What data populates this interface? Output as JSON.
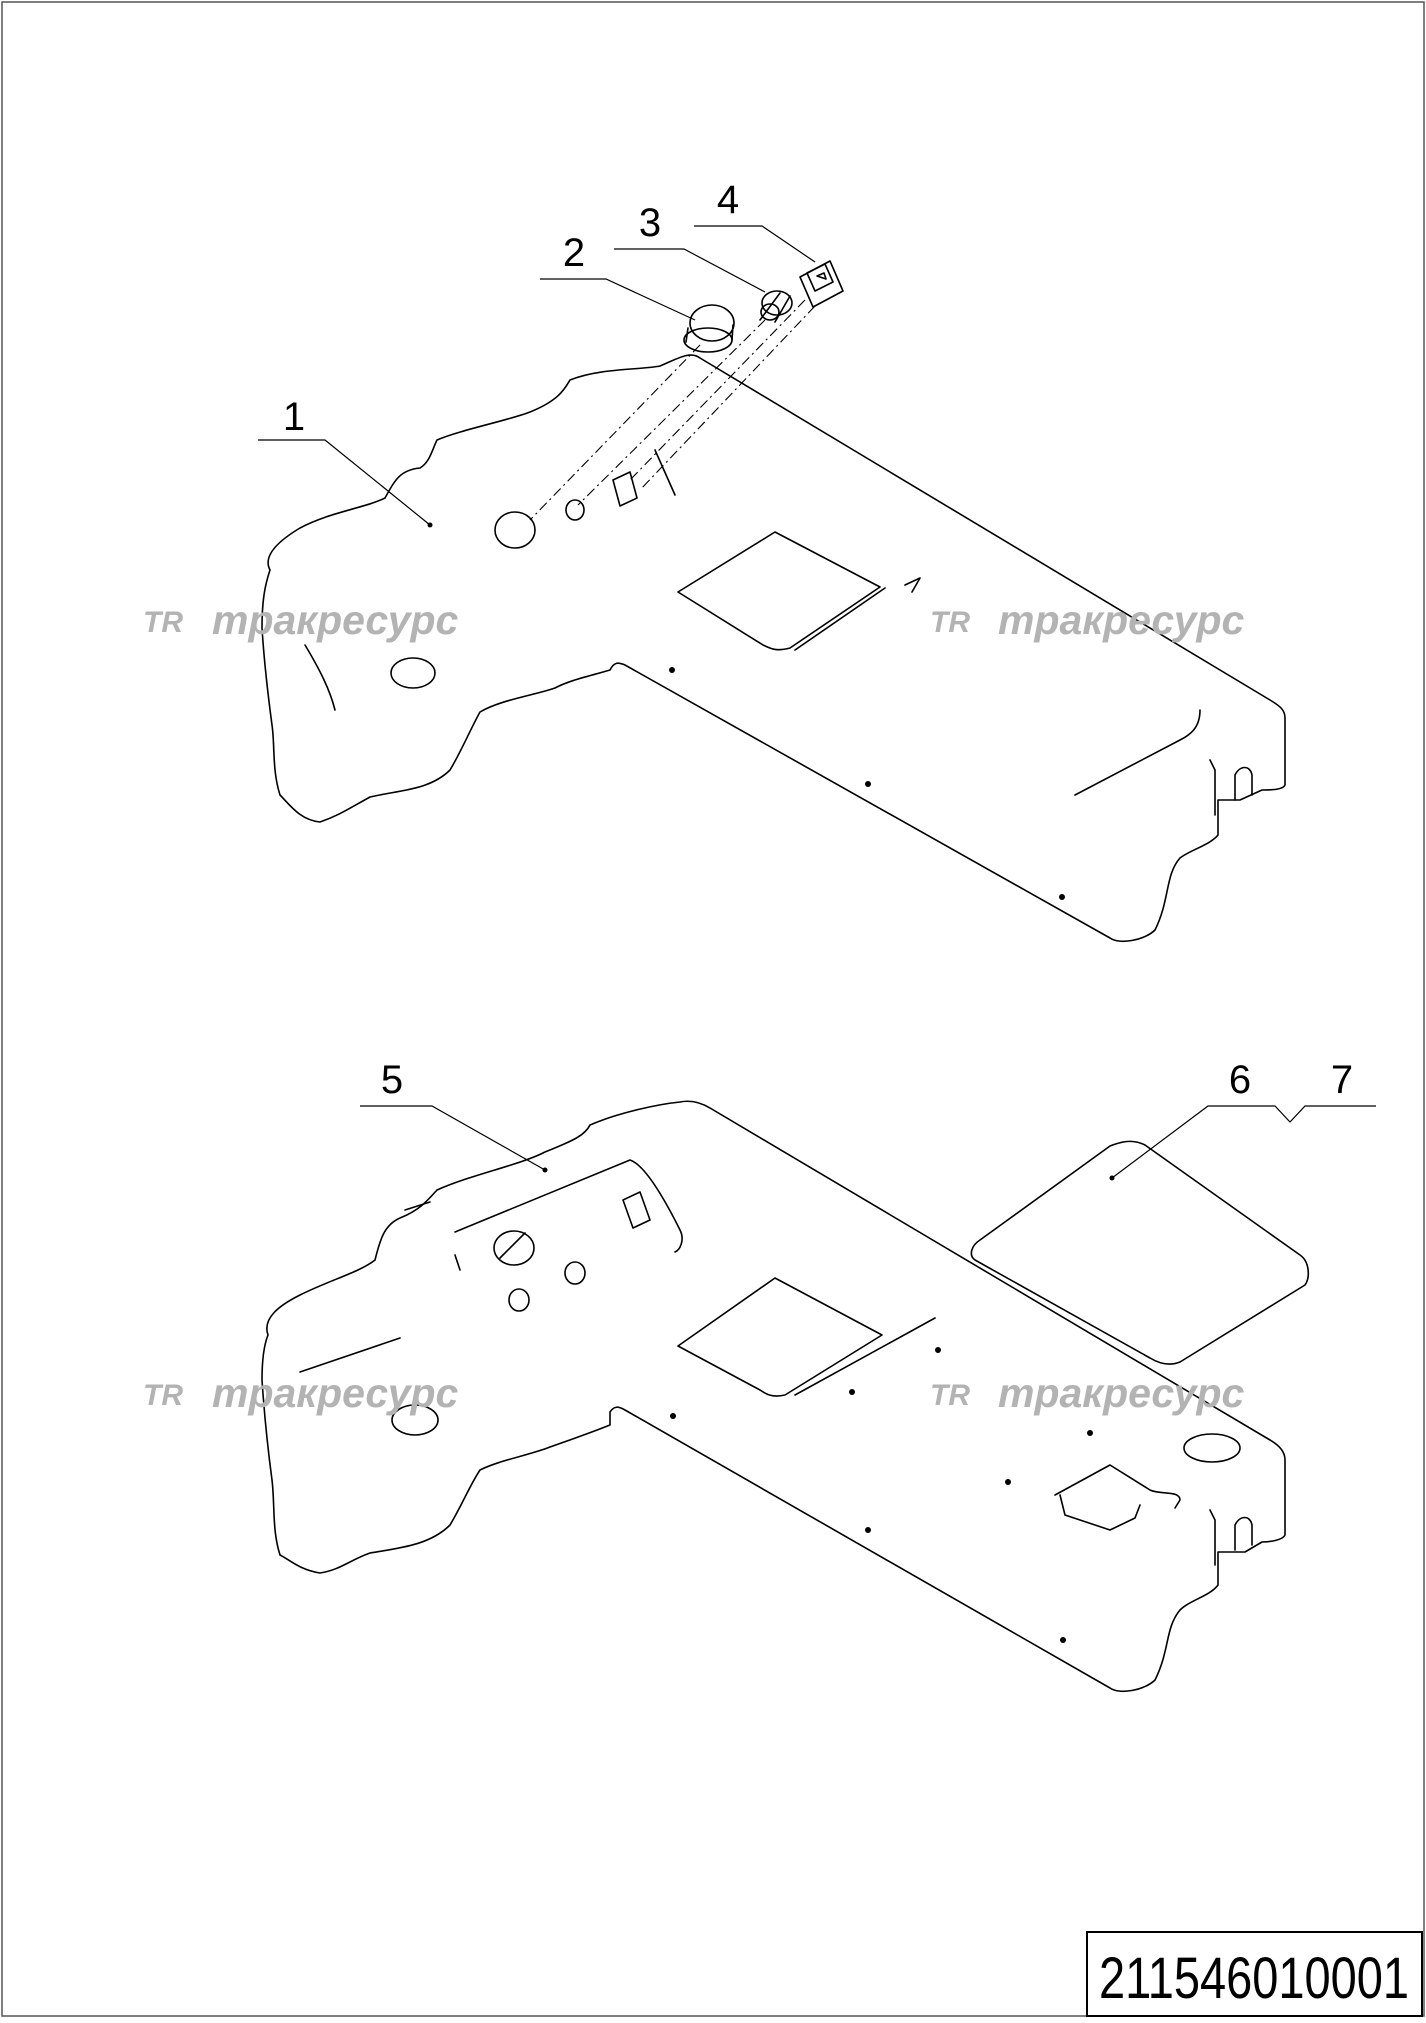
{
  "drawing": {
    "document_number": "211546010001",
    "watermark_text": "тракресурс",
    "watermark_logo": "TR",
    "callouts": [
      {
        "id": "callout-1",
        "label": "1"
      },
      {
        "id": "callout-2",
        "label": "2"
      },
      {
        "id": "callout-3",
        "label": "3"
      },
      {
        "id": "callout-4",
        "label": "4"
      },
      {
        "id": "callout-5",
        "label": "5"
      },
      {
        "id": "callout-6",
        "label": "6"
      },
      {
        "id": "callout-7",
        "label": "7"
      }
    ],
    "line_color": "#000000",
    "watermark_color": "#b3b3b3"
  }
}
